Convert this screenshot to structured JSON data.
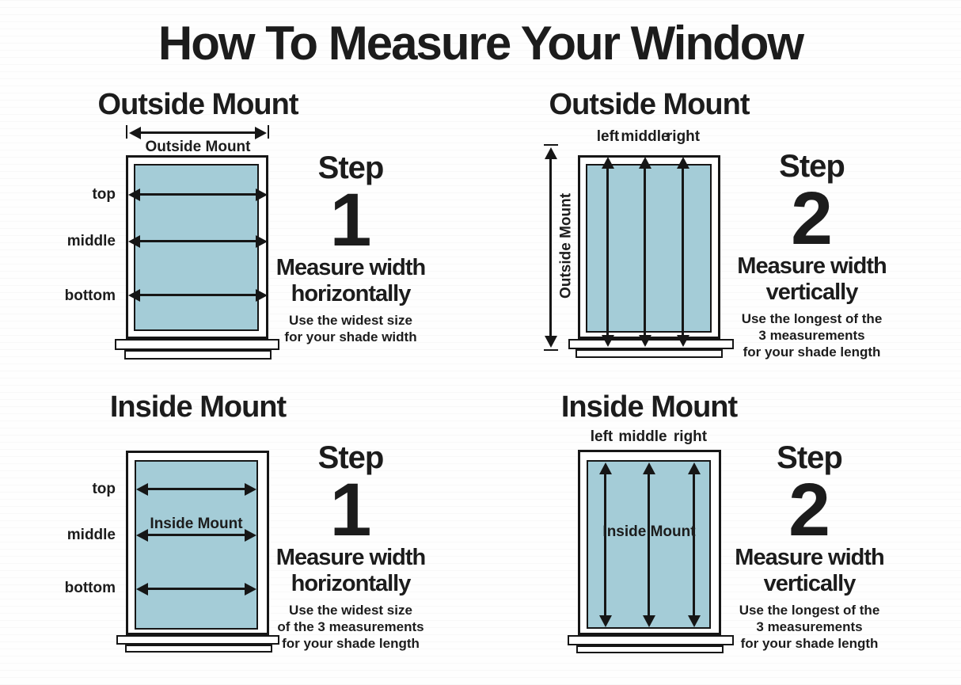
{
  "title": "How To Measure Your Window",
  "colors": {
    "pane": "#a4ccd7",
    "line": "#161616",
    "background": "#fefefe"
  },
  "quadrants": {
    "top_left": {
      "heading": "Outside Mount",
      "dimension_label": "Outside Mount",
      "row_labels": [
        "top",
        "middle",
        "bottom"
      ],
      "step": {
        "label": "Step",
        "number": "1",
        "instruction_line1": "Measure width",
        "instruction_line2": "horizontally",
        "note_lines": [
          "Use the widest size",
          "for your shade width"
        ]
      }
    },
    "top_right": {
      "heading": "Outside Mount",
      "dimension_label": "Outside Mount",
      "column_labels": [
        "left",
        "middle",
        "right"
      ],
      "step": {
        "label": "Step",
        "number": "2",
        "instruction_line1": "Measure width",
        "instruction_line2": "vertically",
        "note_lines": [
          "Use the longest of the",
          "3 measurements",
          "for your shade length"
        ]
      }
    },
    "bottom_left": {
      "heading": "Inside Mount",
      "pane_label": "Inside Mount",
      "row_labels": [
        "top",
        "middle",
        "bottom"
      ],
      "step": {
        "label": "Step",
        "number": "1",
        "instruction_line1": "Measure width",
        "instruction_line2": "horizontally",
        "note_lines": [
          "Use the widest size",
          "of the 3 measurements",
          "for your shade length"
        ]
      }
    },
    "bottom_right": {
      "heading": "Inside Mount",
      "pane_label": "Inside Mount",
      "column_labels": [
        "left",
        "middle",
        "right"
      ],
      "step": {
        "label": "Step",
        "number": "2",
        "instruction_line1": "Measure width",
        "instruction_line2": "vertically",
        "note_lines": [
          "Use the longest of the",
          "3 measurements",
          "for your shade length"
        ]
      }
    }
  }
}
